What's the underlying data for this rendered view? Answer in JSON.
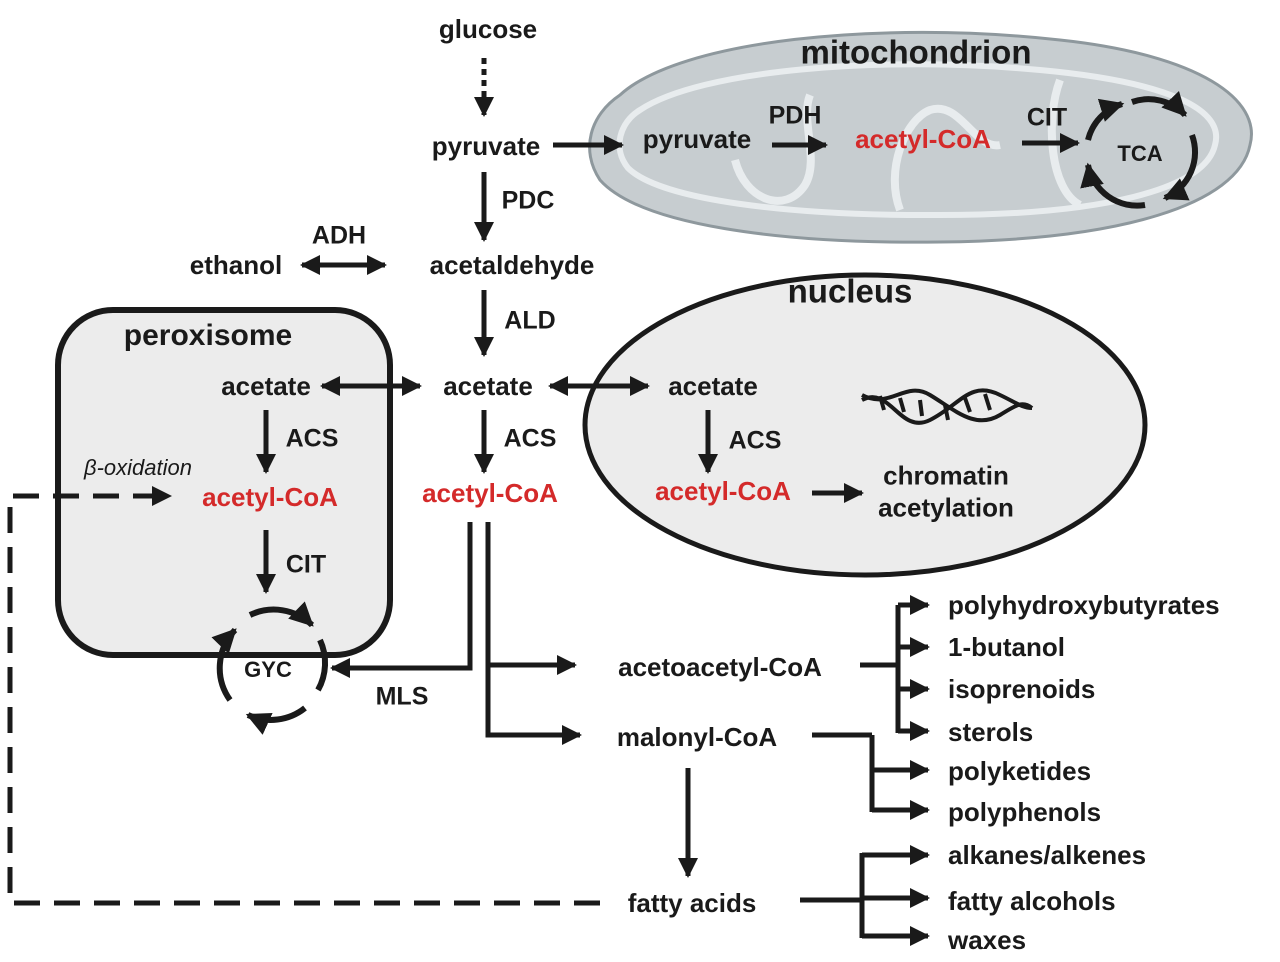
{
  "compartments": {
    "mitochondrion": "mitochondrion",
    "nucleus": "nucleus",
    "peroxisome": "peroxisome"
  },
  "metabolites": {
    "glucose": "glucose",
    "pyruvate_cytosol": "pyruvate",
    "pyruvate_mito": "pyruvate",
    "acetyl_coa_mito": "acetyl-CoA",
    "acetaldehyde": "acetaldehyde",
    "ethanol": "ethanol",
    "acetate_perox": "acetate",
    "acetate_cytosol": "acetate",
    "acetate_nucleus": "acetate",
    "acetyl_coa_perox": "acetyl-CoA",
    "acetyl_coa_cytosol": "acetyl-CoA",
    "acetyl_coa_nucleus": "acetyl-CoA",
    "chromatin_acetylation": "chromatin\nacetylation",
    "acetoacetyl_coa": "acetoacetyl-CoA",
    "malonyl_coa": "malonyl-CoA",
    "fatty_acids": "fatty acids",
    "beta_oxidation": "β-oxidation"
  },
  "enzymes": {
    "pdh": "PDH",
    "cit_mito": "CIT",
    "pdc": "PDC",
    "adh": "ADH",
    "ald": "ALD",
    "acs_perox": "ACS",
    "acs_cytosol": "ACS",
    "acs_nucleus": "ACS",
    "cit_perox": "CIT",
    "mls": "MLS"
  },
  "cycles": {
    "tca": "TCA",
    "gyc": "GYC"
  },
  "products": {
    "acetoacetyl": [
      "polyhydroxybutyrates",
      "1-butanol",
      "isoprenoids",
      "sterols"
    ],
    "malonyl": [
      "polyketides",
      "polyphenols"
    ],
    "fatty_acids": [
      "alkanes/alkenes",
      "fatty alcohols",
      "waxes"
    ]
  },
  "colors": {
    "highlight": "#d42a2a",
    "text": "#1a1a1a",
    "compartment_fill": "#ececec",
    "mitochondrion_fill": "#c7cdd0"
  }
}
